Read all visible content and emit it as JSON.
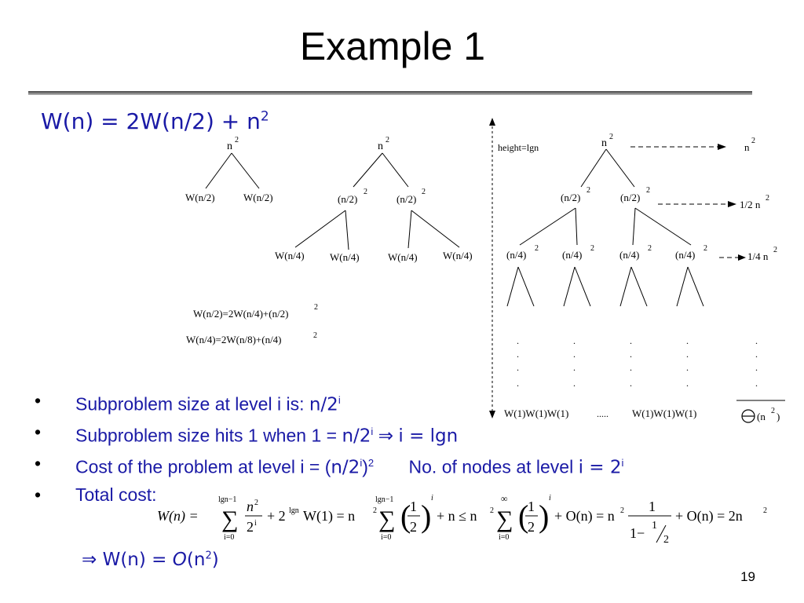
{
  "slide": {
    "title": "Example 1",
    "recurrence_prefix": "W(n) = 2W(n/2) + n",
    "recurrence_exp": "2",
    "page_number": "19"
  },
  "tree1": {
    "root": "n",
    "root_exp": "2",
    "left": "W(n/2)",
    "right": "W(n/2)"
  },
  "tree2": {
    "root": "n",
    "root_exp": "2",
    "child": "(n/2)",
    "child_exp": "2",
    "leaves": [
      "W(n/4)",
      "W(n/4)",
      "W(n/4)",
      "W(n/4)"
    ]
  },
  "equations": [
    {
      "text": "W(n/2)=2W(n/4)+(n/2)",
      "exp": "2"
    },
    {
      "text": "W(n/4)=2W(n/8)+(n/4)",
      "exp": "2"
    }
  ],
  "tree3": {
    "height_label": "height=lgn",
    "root": "n",
    "root_exp": "2",
    "level1": "(n/2)",
    "level1_exp": "2",
    "level2": "(n/4)",
    "level2_exp": "2",
    "leaves": "W(1)W(1)W(1)",
    "ellipsis": ".....",
    "dot": "."
  },
  "level_costs": [
    {
      "text": "n",
      "exp": "2"
    },
    {
      "text": "1/2 n",
      "exp": "2"
    },
    {
      "text": "1/4 n",
      "exp": "2"
    }
  ],
  "total_theta": {
    "text": "(n",
    "exp": "2",
    "close": ")"
  },
  "bullets": {
    "bullet_char": "•",
    "b1_text": "Subproblem size at level i is: ",
    "b1_expr": "n/2",
    "b1_sup": "i",
    "b2_text": "Subproblem size hits 1 when 1 = ",
    "b2_expr": "n/2",
    "b2_sup": "i",
    "b2_arrow": " ⇒ ",
    "b2_result": "i = lgn",
    "b3_text": "Cost of the problem at level i = (",
    "b3_expr": "n/2",
    "b3_sup": "i",
    "b3_close": ")",
    "b3_sup2": "2",
    "b3_nodes_text": "No. of nodes at level ",
    "b3_nodes_expr": "i = 2",
    "b3_nodes_sup": "i",
    "b4_text": "Total cost:"
  },
  "conclusion": {
    "arrow": "⇒",
    "text": " W(n) = ",
    "o": "O",
    "arg": "(n",
    "exp": "2",
    "close": ")"
  },
  "formula": {
    "lhs": "W(n) =",
    "t1_upper": "lgn−1",
    "t1_lower": "i=0",
    "t1_num": "n",
    "t1_num_exp": "2",
    "t1_den": "2",
    "t1_den_exp": "i",
    "t2": "+ 2",
    "t2_exp": "lgn",
    "t2_rest": "W(1) = n",
    "t2_rest_exp": "2",
    "t3_upper": "lgn−1",
    "t3_lower": "i=0",
    "half_num": "1",
    "half_den": "2",
    "pow_i": "i",
    "t4": "+ n ≤ n",
    "t4_exp": "2",
    "t5_upper": "∞",
    "t5_lower": "i=0",
    "t6": "+ O(n) = n",
    "t6_exp": "2",
    "frac_num": "1",
    "frac_den_1": "1−",
    "frac_den_num": "1",
    "frac_den_den": "2",
    "t7": "+ O(n) = 2n",
    "t7_exp": "2"
  }
}
